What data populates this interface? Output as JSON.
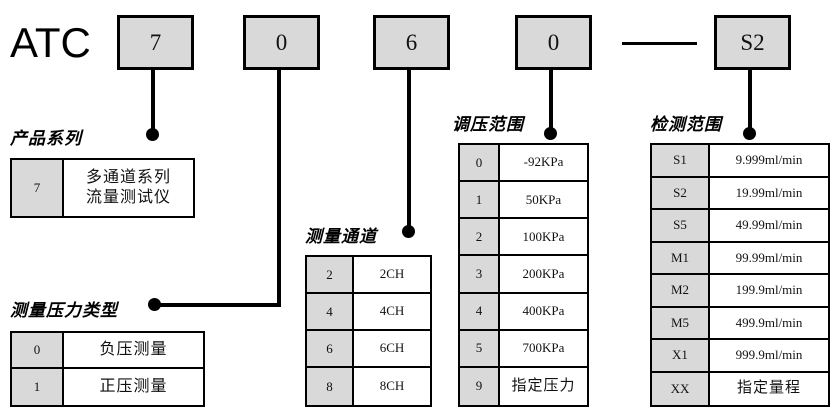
{
  "diagram": {
    "title_prefix": "ATC",
    "model_code_boxes": [
      {
        "value": "7",
        "name": "code-box-series"
      },
      {
        "value": "0",
        "name": "code-box-pressure-type"
      },
      {
        "value": "6",
        "name": "code-box-channel"
      },
      {
        "value": "0",
        "name": "code-box-pressure-range"
      },
      {
        "value": "S2",
        "name": "code-box-detect-range"
      }
    ],
    "separator": "—",
    "colors": {
      "box_fill": "#d9d9d9",
      "box_border": "#000000",
      "cell_code_fill": "#d9d9d9",
      "cell_desc_fill": "#ffffff",
      "line": "#000000",
      "page_background": "#ffffff"
    },
    "groups": [
      {
        "key": "series",
        "label": "产品系列",
        "rows": [
          {
            "code": "7",
            "desc": "多通道系列\n流量测试仪"
          }
        ]
      },
      {
        "key": "pressure_type",
        "label": "测量压力类型",
        "rows": [
          {
            "code": "0",
            "desc": "负压测量"
          },
          {
            "code": "1",
            "desc": "正压测量"
          }
        ]
      },
      {
        "key": "channel",
        "label": "测量通道",
        "rows": [
          {
            "code": "2",
            "desc": "2CH"
          },
          {
            "code": "4",
            "desc": "4CH"
          },
          {
            "code": "6",
            "desc": "6CH"
          },
          {
            "code": "8",
            "desc": "8CH"
          }
        ]
      },
      {
        "key": "pressure_range",
        "label": "调压范围",
        "rows": [
          {
            "code": "0",
            "desc": "-92KPa"
          },
          {
            "code": "1",
            "desc": "50KPa"
          },
          {
            "code": "2",
            "desc": "100KPa"
          },
          {
            "code": "3",
            "desc": "200KPa"
          },
          {
            "code": "4",
            "desc": "400KPa"
          },
          {
            "code": "5",
            "desc": "700KPa"
          },
          {
            "code": "9",
            "desc": "指定压力"
          }
        ]
      },
      {
        "key": "detect_range",
        "label": "检测范围",
        "rows": [
          {
            "code": "S1",
            "desc": "9.999ml/min"
          },
          {
            "code": "S2",
            "desc": "19.99ml/min"
          },
          {
            "code": "S5",
            "desc": "49.99ml/min"
          },
          {
            "code": "M1",
            "desc": "99.99ml/min"
          },
          {
            "code": "M2",
            "desc": "199.9ml/min"
          },
          {
            "code": "M5",
            "desc": "499.9ml/min"
          },
          {
            "code": "X1",
            "desc": "999.9ml/min"
          },
          {
            "code": "XX",
            "desc": "指定量程"
          }
        ]
      }
    ]
  }
}
